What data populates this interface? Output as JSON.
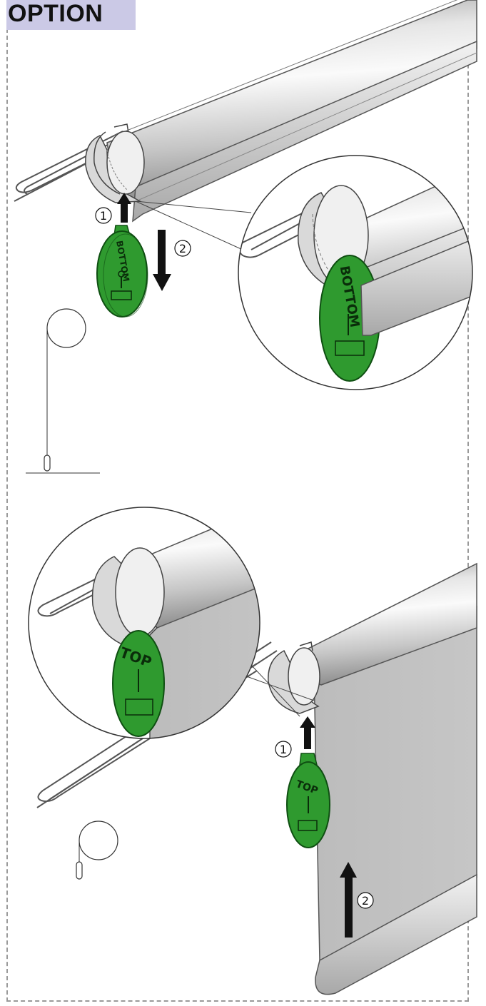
{
  "header": {
    "label": "OPTION"
  },
  "steps": {
    "top_step1": "1",
    "top_step2": "2",
    "bottom_step1": "1",
    "bottom_step2": "2"
  },
  "tags": {
    "upper_tag_text": "BOTTOM",
    "upper_zoom_tag_text": "BOTTOM",
    "lower_tag_text": "TOP",
    "lower_zoom_tag_text": "TOP"
  },
  "colors": {
    "tag_green": "#2f9a2f",
    "tag_dark": "#0f4f12",
    "header_bg": "#cbc9e6",
    "fabric_grey": "#bdbdbd"
  }
}
